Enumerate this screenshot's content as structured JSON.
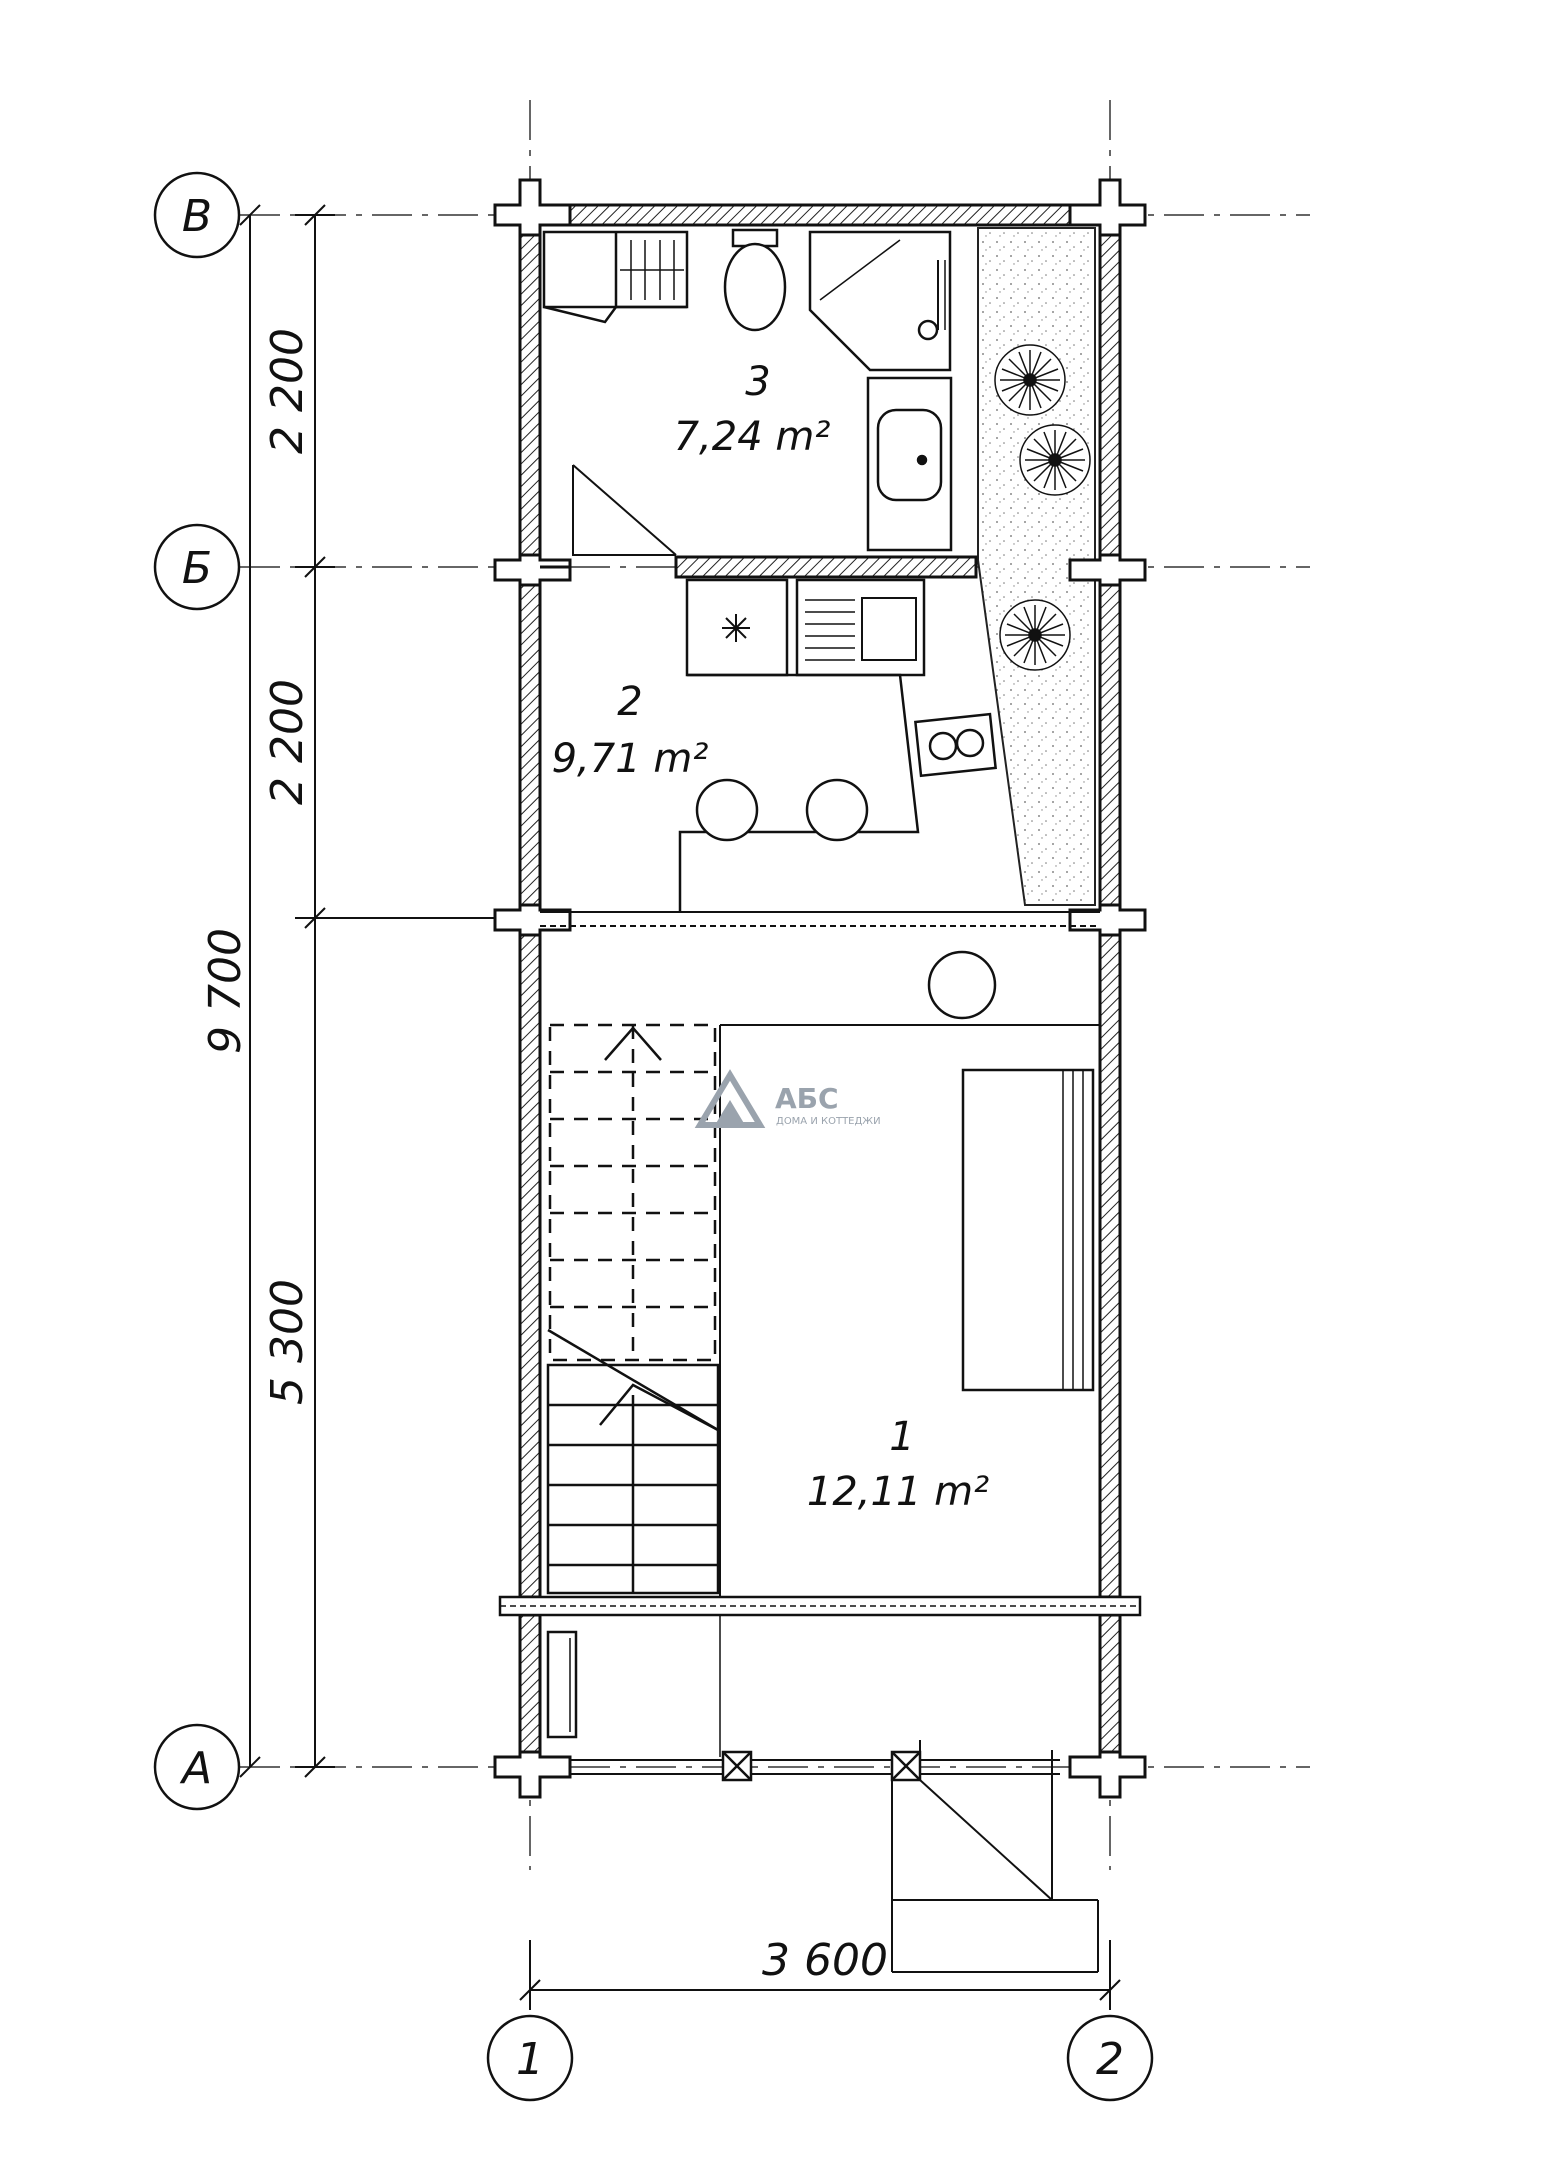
{
  "axes": {
    "rows": [
      "В",
      "Б",
      "А"
    ],
    "columns": [
      "1",
      "2"
    ]
  },
  "dimensions": {
    "segment_top": "2 200",
    "segment_middle": "2 200",
    "segment_bottom": "5 300",
    "total_height": "9 700",
    "total_width": "3 600"
  },
  "rooms": [
    {
      "number": "1",
      "area": "12,11 m²"
    },
    {
      "number": "2",
      "area": "9,71 m²"
    },
    {
      "number": "3",
      "area": "7,24 m²"
    }
  ],
  "brand": {
    "name": "АБС",
    "tagline": "ДОМА И КОТТЕДЖИ"
  }
}
